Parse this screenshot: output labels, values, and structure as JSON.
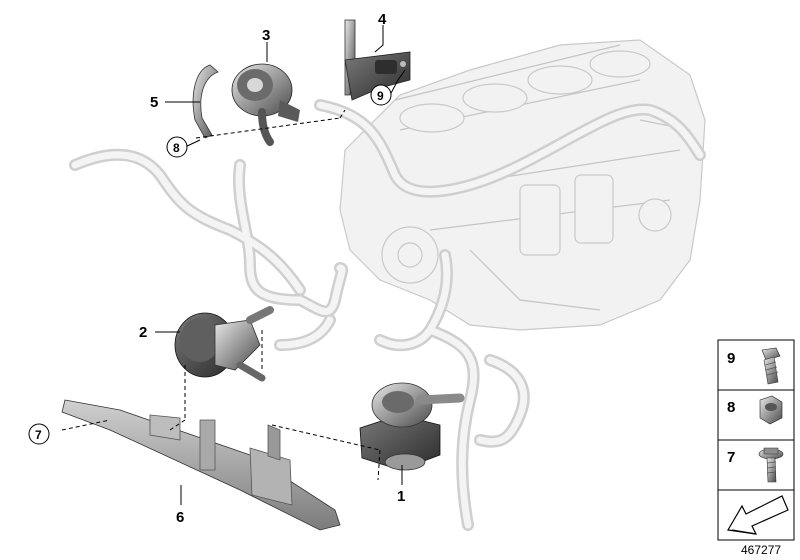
{
  "callouts": {
    "c1": "1",
    "c2": "2",
    "c3": "3",
    "c4": "4",
    "c5": "5",
    "c6": "6",
    "c7": "7",
    "c8": "8",
    "c9": "9"
  },
  "legend": {
    "items": [
      {
        "number": "9",
        "icon": "hex-flange-bolt-icon"
      },
      {
        "number": "8",
        "icon": "hex-nut-icon"
      },
      {
        "number": "7",
        "icon": "collar-bolt-icon"
      }
    ],
    "arrow_icon": "diagonal-arrow-icon"
  },
  "diagram_ref": "467277",
  "colors": {
    "ghost_part": "#f2f2f2",
    "ghost_outline": "#c9c9c9",
    "part_dark": "#3a3a3a",
    "part_mid": "#8a8a8a",
    "part_light": "#cfcfcf"
  }
}
